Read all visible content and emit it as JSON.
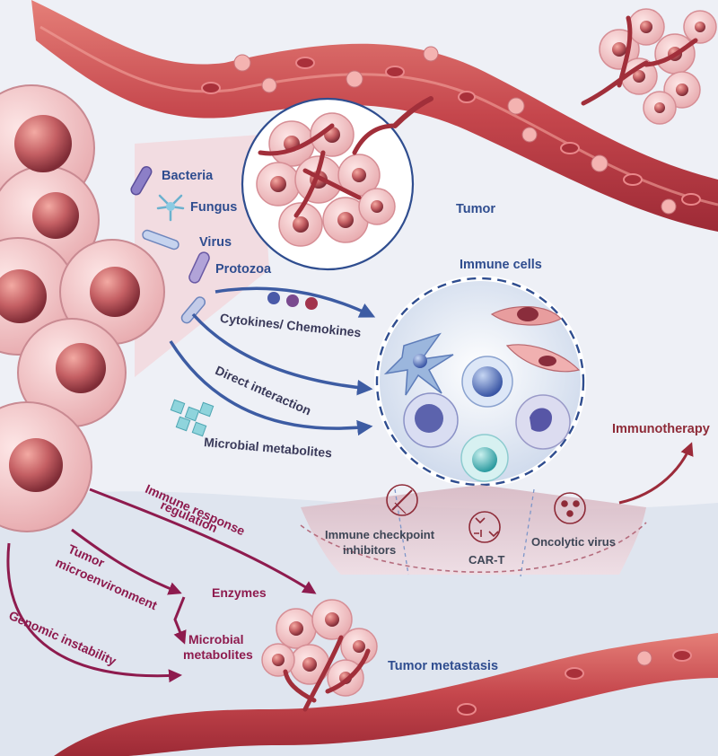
{
  "colors": {
    "vessel": "#c54a4e",
    "blue_text": "#2f4d8f",
    "magenta_text": "#8e1b4e",
    "immunotherapy": "#8e2b38"
  },
  "labels": {
    "tumor": "Tumor",
    "immune_cells": "Immune cells",
    "tumor_metastasis": "Tumor metastasis",
    "immunotherapy": "Immunotherapy"
  },
  "microbes": [
    {
      "label": "Bacteria",
      "icon": "bacteria-icon"
    },
    {
      "label": "Fungus",
      "icon": "fungus-icon"
    },
    {
      "label": "Virus",
      "icon": "virus-icon"
    },
    {
      "label": "Protozoa",
      "icon": "protozoa-icon"
    }
  ],
  "pathways": {
    "cytokines": "Cytokines/ Chemokines",
    "direct": "Direct interaction",
    "metabolites": "Microbial metabolites"
  },
  "lower_pathways": {
    "immune_response_1": "Immune response",
    "immune_response_2": "regulation",
    "tumor_micro_1": "Tumor",
    "tumor_micro_2": "microenvironment",
    "genomic": "Genomic instability",
    "enzymes": "Enzymes",
    "microbial_metabolites_1": "Microbial",
    "microbial_metabolites_2": "metabolites"
  },
  "therapies": {
    "checkpoint_1": "Immune checkpoint",
    "checkpoint_2": "inhibitors",
    "car_t": "CAR-T",
    "oncolytic": "Oncolytic virus"
  }
}
